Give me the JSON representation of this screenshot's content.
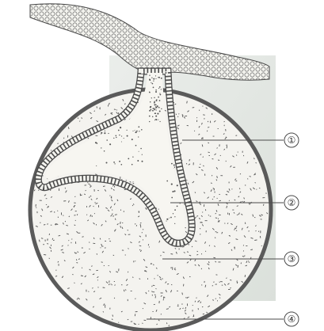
{
  "labels": [
    {
      "id": "1",
      "text": "①"
    },
    {
      "id": "2",
      "text": "②"
    },
    {
      "id": "3",
      "text": "③"
    },
    {
      "id": "4",
      "text": "④"
    }
  ],
  "colors": {
    "line": "#4a4a4a",
    "cell_fill": "#f3f3ee",
    "background_panel": "#d6dcd6",
    "dots": "#555555"
  }
}
